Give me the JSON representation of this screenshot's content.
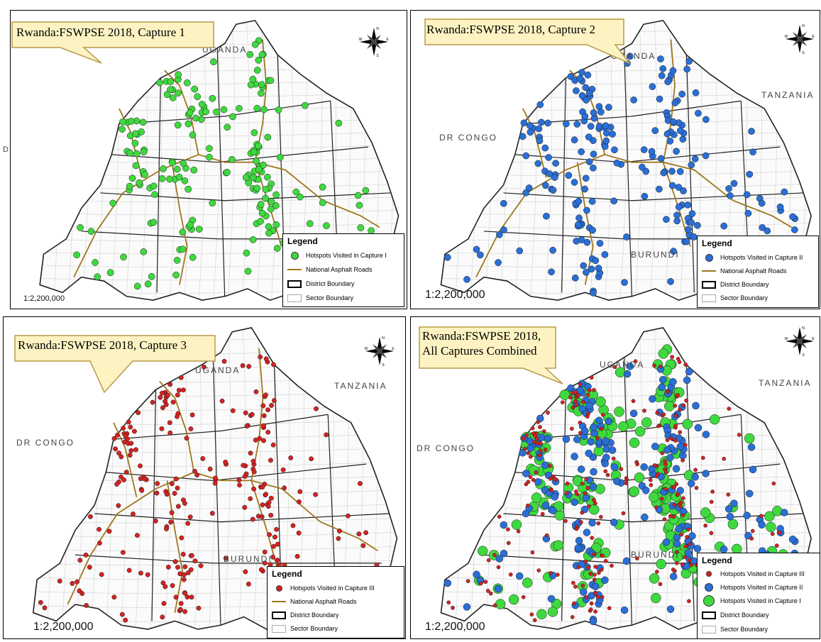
{
  "panels": [
    {
      "callout": "Rwanda:FSWPSE  2018, Capture 1",
      "countries": [
        "UGANDA"
      ],
      "scale": "1:2,200,000",
      "legend": {
        "title": "Legend",
        "items": [
          "Hotspots Visited in Capture I",
          "National Asphalt Roads",
          "District Boundary",
          "Sector Boundary"
        ]
      }
    },
    {
      "callout": "Rwanda:FSWPSE  2018, Capture 2",
      "countries": [
        "UGANDA",
        "TANZANIA",
        "DR CONGO",
        "BURUNDI"
      ],
      "scale": "1:2,200,000",
      "legend": {
        "title": "Legend",
        "items": [
          "Hotspots Visited in Capture II",
          "National Asphalt Roads",
          "District Boundary",
          "Sector Boundary"
        ]
      }
    },
    {
      "callout": "Rwanda:FSWPSE  2018, Capture 3",
      "countries": [
        "UGANDA",
        "TANZANIA",
        "DR CONGO",
        "BURUNDI"
      ],
      "scale": "1:2,200,000",
      "legend": {
        "title": "Legend",
        "items": [
          "Hotspots Visited in Capture III",
          "National Asphalt Roads",
          "District Boundary",
          "Sector Boundary"
        ]
      }
    },
    {
      "callout_line1": "Rwanda:FSWPSE  2018,",
      "callout_line2": "All Captures Combined",
      "countries": [
        "UGANDA",
        "TANZANIA",
        "DR CONGO",
        "BURUNDI"
      ],
      "scale": "1:2,200,000",
      "legend": {
        "title": "Legend",
        "items": [
          "Hotspots Visited in Capture III",
          "Hotspots Visited in Capture II",
          "Hotspots Visited in Capture I",
          "District Boundary",
          "Sector Boundary"
        ]
      }
    }
  ],
  "edge_fragment": "D",
  "compass": {
    "n": "N",
    "s": "S",
    "e": "E",
    "w": "W"
  },
  "colors": {
    "capture1": "#3fd93f",
    "capture2": "#2a6fd6",
    "capture3": "#d62222",
    "road": "#a0761e",
    "callout_fill": "#fdf3c2",
    "callout_stroke": "#b89a4a"
  }
}
